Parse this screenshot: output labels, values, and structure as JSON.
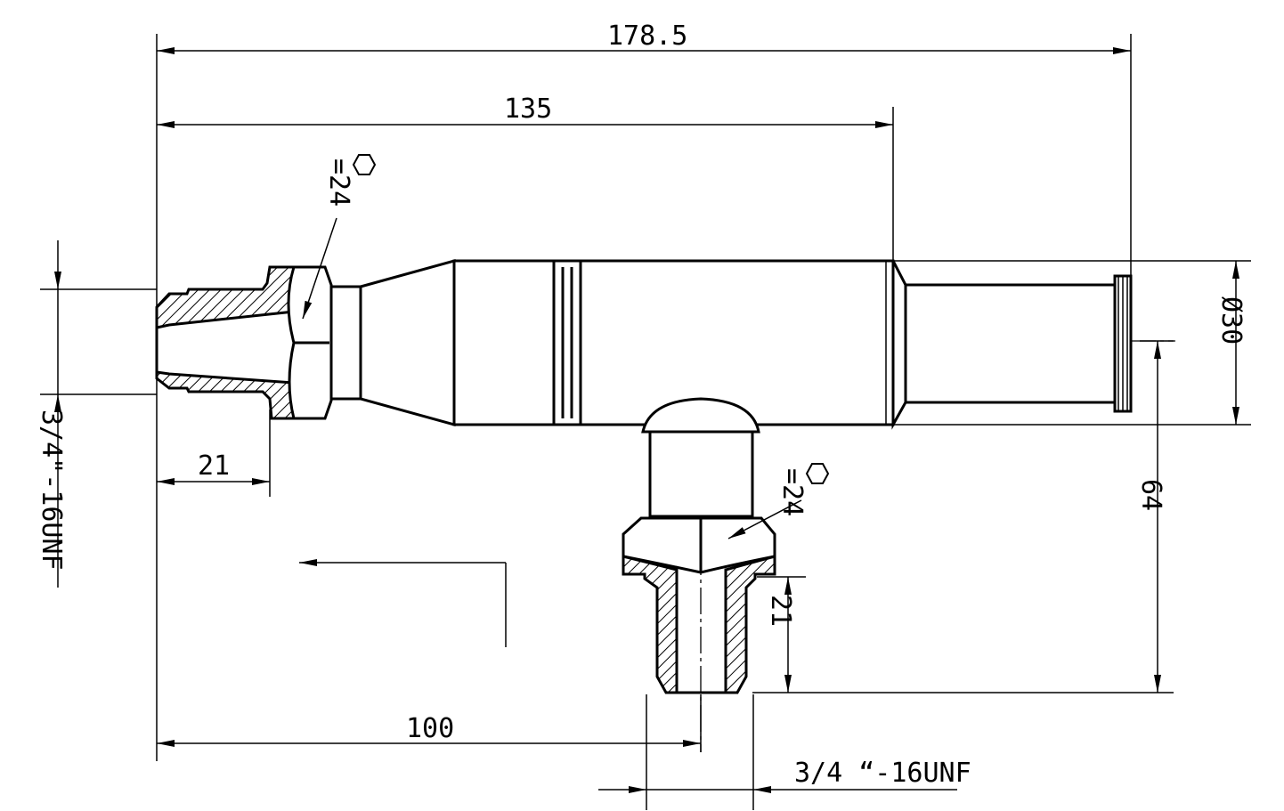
{
  "dimensions": {
    "overall_length": "178.5",
    "body_length": "135",
    "diameter": "Ø30",
    "height_offset": "64",
    "left_thread_length": "21",
    "bottom_thread_length": "21",
    "bottom_port_position": "100",
    "left_thread_spec": "3/4\"-16UNF",
    "bottom_thread_spec": "3/4 “-16UNF",
    "left_hex_size": "=24",
    "bottom_hex_size": "=24"
  }
}
